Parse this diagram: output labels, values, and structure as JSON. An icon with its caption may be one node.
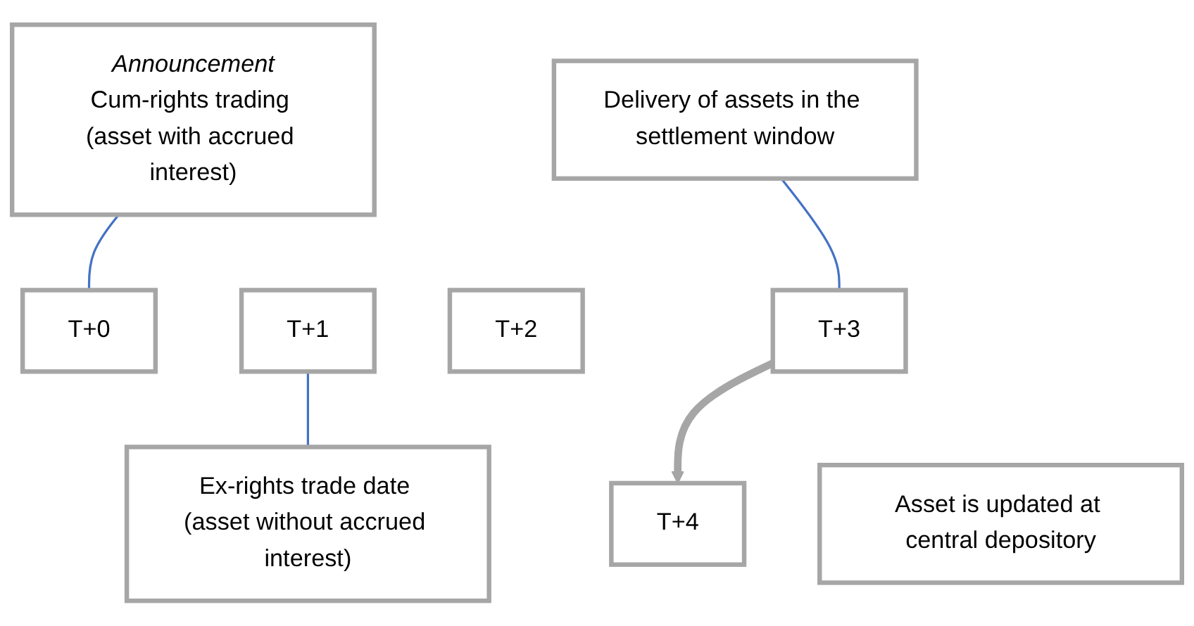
{
  "diagram": {
    "nodes": [
      {
        "text": [
          "Announcement",
          "Cum-rights trading (asset with accrued interest)"
        ]
      },
      {
        "text": [
          "Delivery of assets in the settlement window"
        ]
      },
      {
        "text": [
          "T+0"
        ]
      },
      {
        "text": [
          "T+1"
        ]
      },
      {
        "text": [
          "T+2"
        ]
      },
      {
        "text": [
          "T+3"
        ]
      },
      {
        "text": [
          "T+4"
        ]
      },
      {
        "text": [
          "Ex-rights trade date (asset without accrued interest)"
        ]
      },
      {
        "text": [
          "Asset is updated at central depository"
        ]
      }
    ],
    "edges": [
      {
        "from": 0,
        "to": 2,
        "arrow": "none"
      },
      {
        "from": 1,
        "to": 5,
        "arrow": "none"
      },
      {
        "from": 3,
        "to": 7,
        "arrow": "none"
      },
      {
        "from": 5,
        "to": 6,
        "arrow": "to",
        "style": "thick",
        "color": "#a6a6a6"
      }
    ]
  }
}
